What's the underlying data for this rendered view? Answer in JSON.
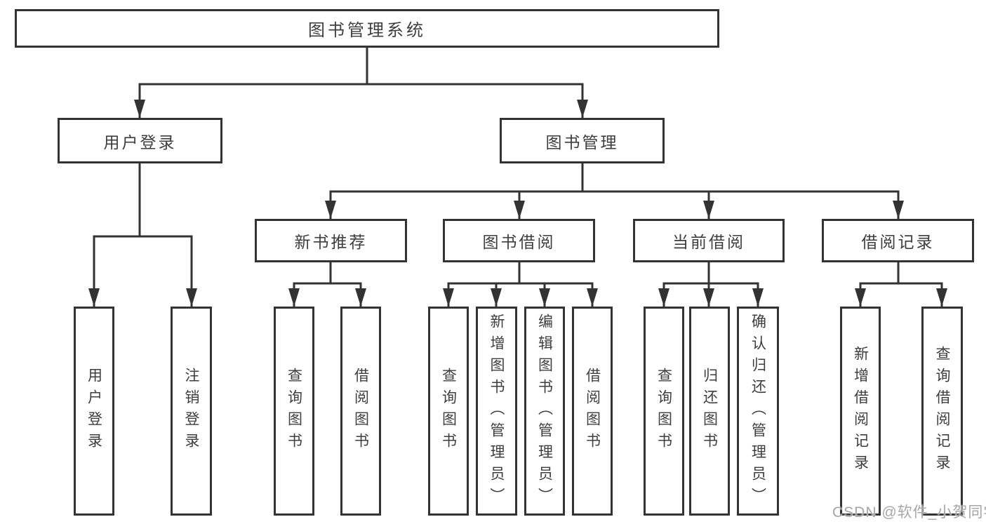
{
  "diagram": {
    "root": {
      "label": "图书管理系统"
    },
    "branches": [
      {
        "label": "用户登录",
        "children": [
          {
            "label": "用户登录"
          },
          {
            "label": "注销登录"
          }
        ]
      },
      {
        "label": "图书管理",
        "groups": [
          {
            "label": "新书推荐",
            "children": [
              {
                "label": "查询图书"
              },
              {
                "label": "借阅图书"
              }
            ]
          },
          {
            "label": "图书借阅",
            "children": [
              {
                "label": "查询图书"
              },
              {
                "label": "新增图书（管理员）"
              },
              {
                "label": "编辑图书（管理员）"
              },
              {
                "label": "借阅图书"
              }
            ]
          },
          {
            "label": "当前借阅",
            "children": [
              {
                "label": "查询图书"
              },
              {
                "label": "归还图书"
              },
              {
                "label": "确认归还（管理员）"
              }
            ]
          },
          {
            "label": "借阅记录",
            "children": [
              {
                "label": "新增借阅记录"
              },
              {
                "label": "查询借阅记录"
              }
            ]
          }
        ]
      }
    ]
  },
  "watermark": {
    "text": "CSDN @软件_小贺同学"
  },
  "colors": {
    "line": "#333333",
    "text": "#3e3e3e",
    "watermark": "#a6a6a6",
    "background": "#ffffff"
  }
}
